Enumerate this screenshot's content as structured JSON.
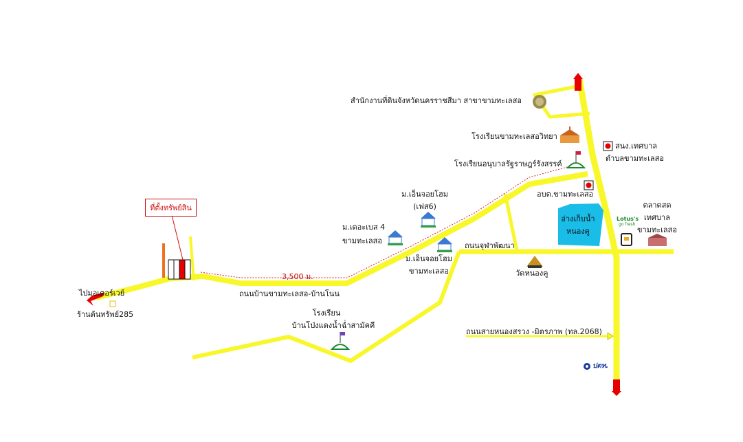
{
  "map": {
    "colors": {
      "road": "#f7f72a",
      "accent": "#e60000",
      "reservoir": "#19bde8",
      "dashed_route": "#e02020"
    },
    "property": {
      "label": "ที่ตั้งทรัพย์สิน"
    },
    "distance": {
      "label": "3,500 ม."
    },
    "roads": {
      "ban_kham_road": "ถนนบ้านขามทะเลสอ-บ้านโนน",
      "juthaphatthana": "ถนนจุฬาพัฒนา",
      "highway_2068": "ถนนสายหนองสรวง -มิตรภาพ (ทล.2068)",
      "to_motorway": "ไปมอเตอร์เวย์",
      "shop_285": "ร้านต้นทรัพย์285"
    },
    "places": {
      "land_office": "สำนักงานที่ดินจังหวัดนครราชสีมา สาขาขามทะเลสอ",
      "kham_school": "โรงเรียนขามทะเลสอวิทยา",
      "kindergarten": "โรงเรียนอนุบาลรัฐราษฎร์รังสรรค์",
      "municipality_1": "สนง.เทศบาล",
      "municipality_2": "ตำบลขามทะเลสอ",
      "obt": "อบต.ขามทะเลสอ",
      "lotus": "Lotus's",
      "lotus_sub": "go fresh",
      "market_1": "ตลาดสด",
      "market_2": "เทศบาล",
      "market_3": "ขามทะเลสอ",
      "reservoir_1": "อ่างเก็บน้ำ",
      "reservoir_2": "หนองคู",
      "enjoy_home6_1": "ม.เอ็นจอยโฮม",
      "enjoy_home6_2": "(เฟส6)",
      "the_base_1": "ม.เดอะเบส 4",
      "the_base_2": "ขามทะเลสอ",
      "enjoy_home_1": "ม.เอ็นจอยโฮม",
      "enjoy_home_2": "ขามทะเลสอ",
      "wat": "วัดหนองคู",
      "school_2_1": "โรงเรียน",
      "school_2_2": "บ้านโป่งแดงน้ำฉ่ำสามัคคี",
      "ptt": "ปตท."
    }
  }
}
